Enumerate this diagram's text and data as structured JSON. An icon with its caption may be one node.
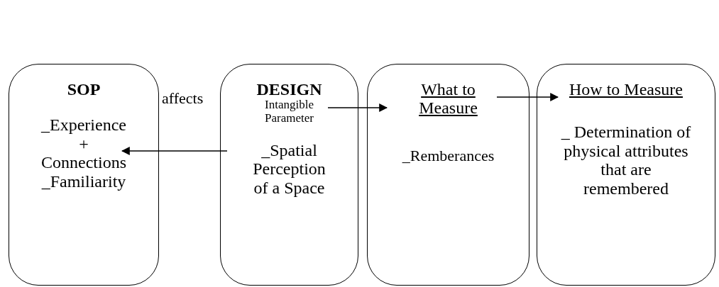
{
  "diagram": {
    "nodes": [
      {
        "text": [
          "SOP",
          "_Experience + Connections _Familiarity"
        ]
      },
      {
        "text": [
          "DESIGN",
          "Intangible Parameter",
          "_Spatial Perception of a Space"
        ]
      },
      {
        "text": [
          "What to Measure",
          "_Remberances"
        ]
      },
      {
        "text": [
          "How to Measure",
          "_ Determination of physical attributes that are remembered"
        ]
      }
    ],
    "edges": [
      {
        "from": 1,
        "to": 0,
        "arrow": "to"
      },
      {
        "from": 1,
        "to": 2,
        "arrow": "to"
      },
      {
        "from": 2,
        "to": 3,
        "arrow": "to"
      }
    ],
    "labels": [
      "affects"
    ]
  }
}
